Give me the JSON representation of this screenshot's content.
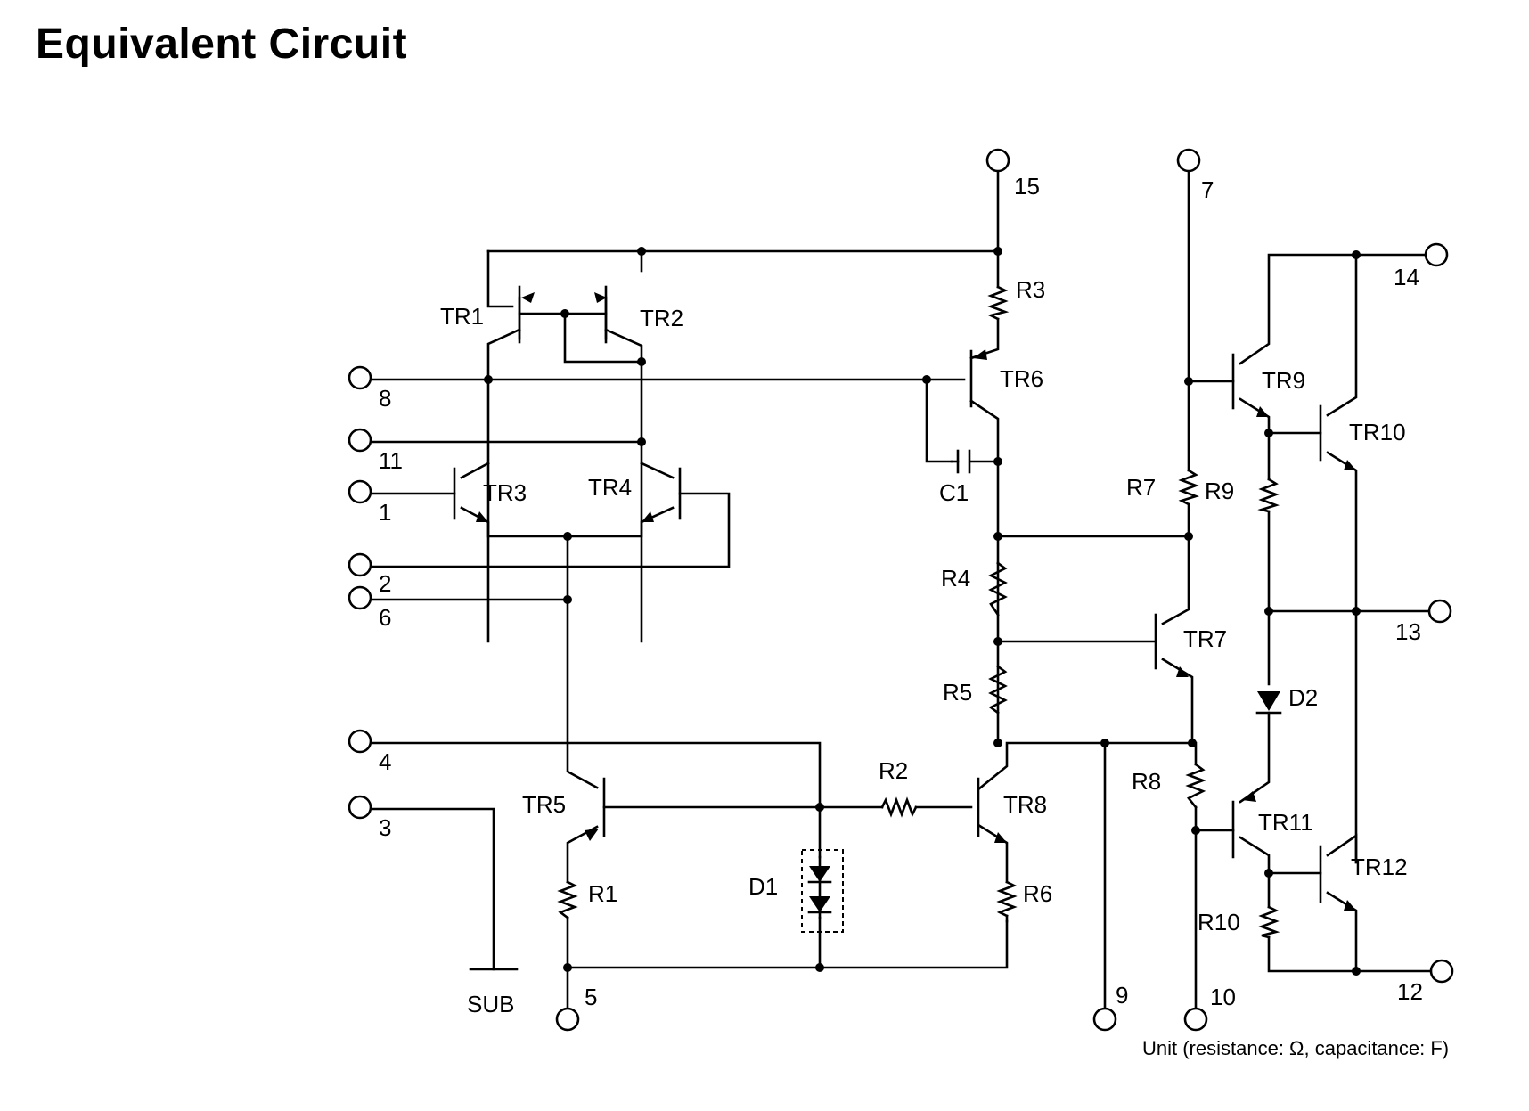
{
  "title": "Equivalent Circuit",
  "unit_note": "Unit (resistance: Ω, capacitance: F)",
  "pins": {
    "p1": "1",
    "p2": "2",
    "p3": "3",
    "p4": "4",
    "p5": "5",
    "p6": "6",
    "p7": "7",
    "p8": "8",
    "p9": "9",
    "p10": "10",
    "p11": "11",
    "p12": "12",
    "p13": "13",
    "p14": "14",
    "p15": "15",
    "sub": "SUB"
  },
  "components": {
    "tr1": "TR1",
    "tr2": "TR2",
    "tr3": "TR3",
    "tr4": "TR4",
    "tr5": "TR5",
    "tr6": "TR6",
    "tr7": "TR7",
    "tr8": "TR8",
    "tr9": "TR9",
    "tr10": "TR10",
    "tr11": "TR11",
    "tr12": "TR12",
    "r1": "R1",
    "r2": "R2",
    "r3": "R3",
    "r4": "R4",
    "r5": "R5",
    "r6": "R6",
    "r7": "R7",
    "r8": "R8",
    "r9": "R9",
    "r10": "R10",
    "c1": "C1",
    "d1": "D1",
    "d2": "D2"
  }
}
